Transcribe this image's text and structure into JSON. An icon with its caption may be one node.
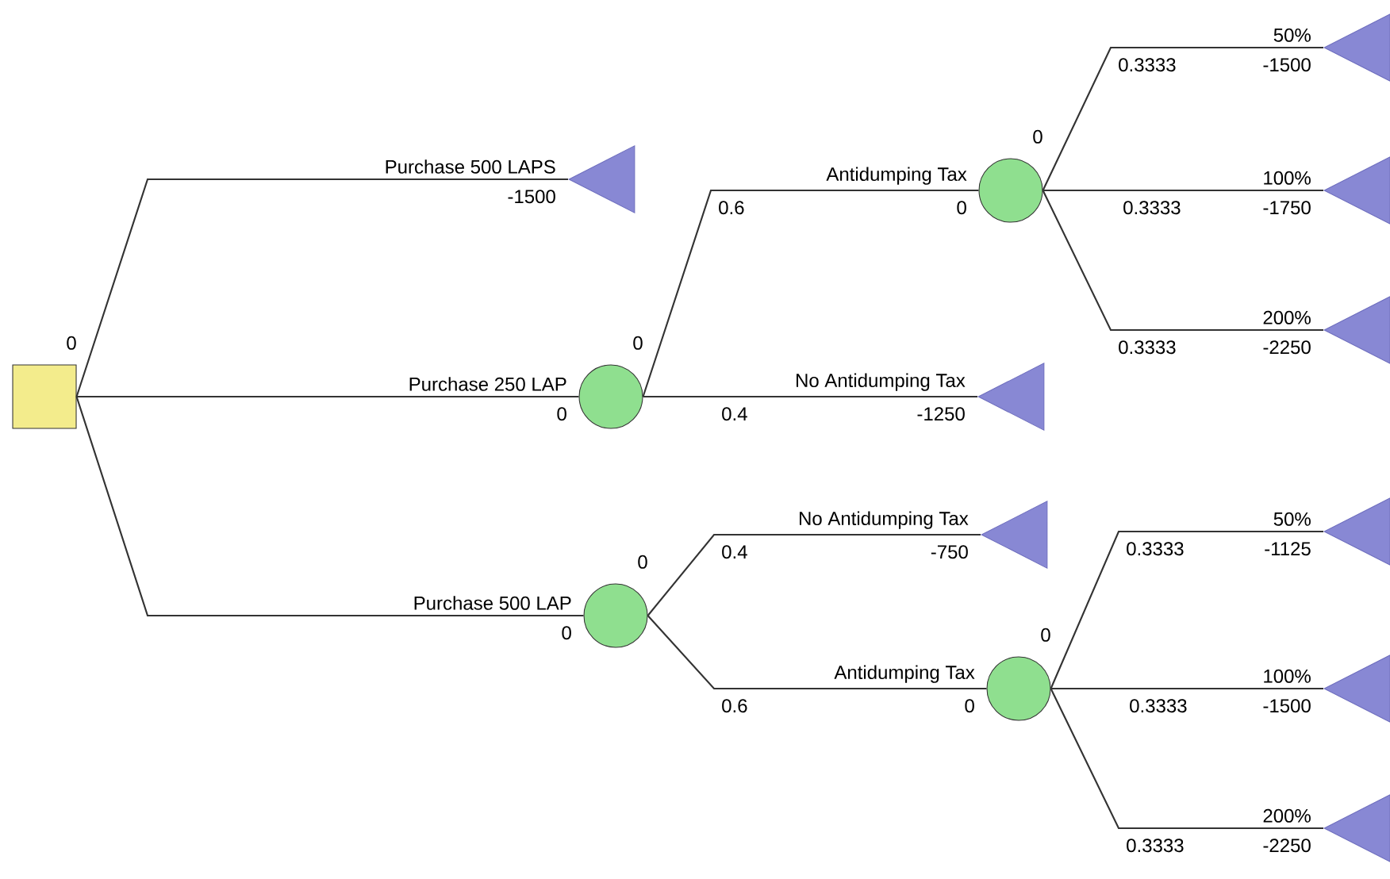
{
  "diagram": {
    "nodes": [
      {
        "text": [],
        "shape": "box",
        "beside": [
          "0"
        ]
      },
      {
        "text": [],
        "shape": "triangle",
        "beside": [
          "-1500"
        ]
      },
      {
        "text": [],
        "shape": "circle",
        "beside": [
          "0",
          "0"
        ]
      },
      {
        "text": [],
        "shape": "circle",
        "beside": [
          "0",
          "0"
        ]
      },
      {
        "text": [],
        "shape": "triangle",
        "beside": [
          "-1500"
        ]
      },
      {
        "text": [],
        "shape": "triangle",
        "beside": [
          "-1750"
        ]
      },
      {
        "text": [],
        "shape": "triangle",
        "beside": [
          "-2250"
        ]
      },
      {
        "text": [],
        "shape": "triangle",
        "beside": [
          "-1250"
        ]
      },
      {
        "text": [],
        "shape": "circle",
        "beside": [
          "0",
          "0"
        ]
      },
      {
        "text": [],
        "shape": "triangle",
        "beside": [
          "-750"
        ]
      },
      {
        "text": [],
        "shape": "circle",
        "beside": [
          "0",
          "0"
        ]
      },
      {
        "text": [],
        "shape": "triangle",
        "beside": [
          "-1125"
        ]
      },
      {
        "text": [],
        "shape": "triangle",
        "beside": [
          "-1500"
        ]
      },
      {
        "text": [],
        "shape": "triangle",
        "beside": [
          "-2250"
        ]
      }
    ],
    "edges": [
      {
        "from": 0,
        "to": 1,
        "arrow": "none",
        "label": "Purchase 500 LAPS"
      },
      {
        "from": 0,
        "to": 2,
        "arrow": "none",
        "label": "Purchase 250 LAP"
      },
      {
        "from": 0,
        "to": 8,
        "arrow": "none",
        "label": "Purchase 500 LAP"
      },
      {
        "from": 2,
        "to": 3,
        "arrow": "none",
        "label": "Antidumping Tax"
      },
      {
        "from": 2,
        "to": 7,
        "arrow": "none",
        "label": "No Antidumping Tax"
      },
      {
        "from": 3,
        "to": 4,
        "arrow": "none",
        "label": "50%"
      },
      {
        "from": 3,
        "to": 5,
        "arrow": "none",
        "label": "100%"
      },
      {
        "from": 3,
        "to": 6,
        "arrow": "none",
        "label": "200%"
      },
      {
        "from": 8,
        "to": 9,
        "arrow": "none",
        "label": "No Antidumping Tax"
      },
      {
        "from": 8,
        "to": 10,
        "arrow": "none",
        "label": "Antidumping Tax"
      },
      {
        "from": 10,
        "to": 11,
        "arrow": "none",
        "label": "50%"
      },
      {
        "from": 10,
        "to": 12,
        "arrow": "none",
        "label": "100%"
      },
      {
        "from": 10,
        "to": 13,
        "arrow": "none",
        "label": "200%"
      }
    ],
    "labels": [
      "0.6",
      "0.4",
      "0.3333",
      "0.3333",
      "0.3333",
      "0.4",
      "0.6",
      "0.3333",
      "0.3333",
      "0.3333"
    ]
  }
}
